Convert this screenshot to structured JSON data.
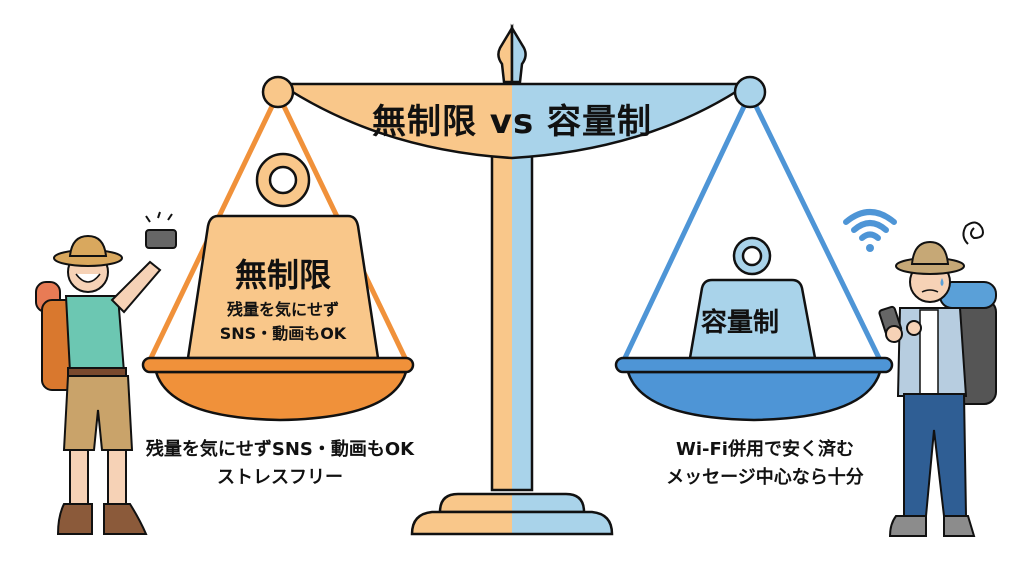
{
  "title": {
    "left": "無制限",
    "vs": "vs",
    "right": "容量制",
    "full": "無制限 vs 容量制"
  },
  "left_weight": {
    "label": "無制限",
    "sub_line1": "残量を気にせず",
    "sub_line2": "SNS・動画もOK"
  },
  "right_weight": {
    "label": "容量制"
  },
  "left_caption": {
    "line1": "残量を気にせずSNS・動画もOK",
    "line2": "ストレスフリー"
  },
  "right_caption": {
    "line1": "Wi-Fi併用で安く済む",
    "line2": "メッセージ中心なら十分"
  },
  "icons": {
    "left_person": "happy-traveler-selfie",
    "right_person": "worried-traveler-phone",
    "wifi": "wifi-icon",
    "confusion": "swirl-icon"
  },
  "colors": {
    "orange_light": "#F9C78A",
    "orange_dark": "#F0913A",
    "blue_light": "#A9D3EA",
    "blue_dark": "#4E95D6",
    "outline": "#111111"
  }
}
